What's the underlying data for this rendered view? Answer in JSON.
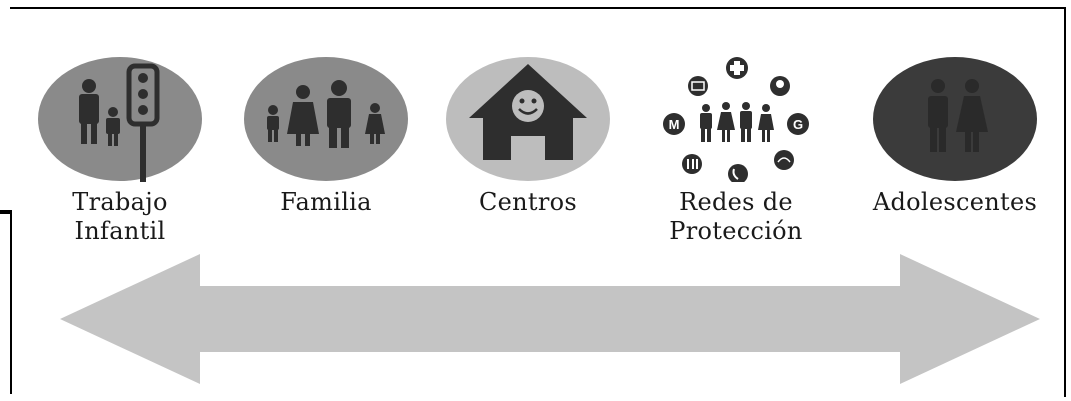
{
  "colors": {
    "circle_dark": "#3b3b3b",
    "circle_mid": "#8a8a8a",
    "circle_light": "#bdbdbd",
    "figure": "#2e2e2e",
    "arrow": "#c4c4c4"
  },
  "items": [
    {
      "label_lines": [
        "Trabajo",
        "Infantil"
      ],
      "icon": "child-labor-traffic-light-icon"
    },
    {
      "label_lines": [
        "Familia"
      ],
      "icon": "family-icon"
    },
    {
      "label_lines": [
        "Centros"
      ],
      "icon": "house-smiley-icon"
    },
    {
      "label_lines": [
        "Redes de",
        "Protección"
      ],
      "icon": "protection-network-icon"
    },
    {
      "label_lines": [
        "Adolescentes"
      ],
      "icon": "adolescents-icon"
    }
  ],
  "arrow": {
    "icon": "double-headed-arrow-icon"
  }
}
